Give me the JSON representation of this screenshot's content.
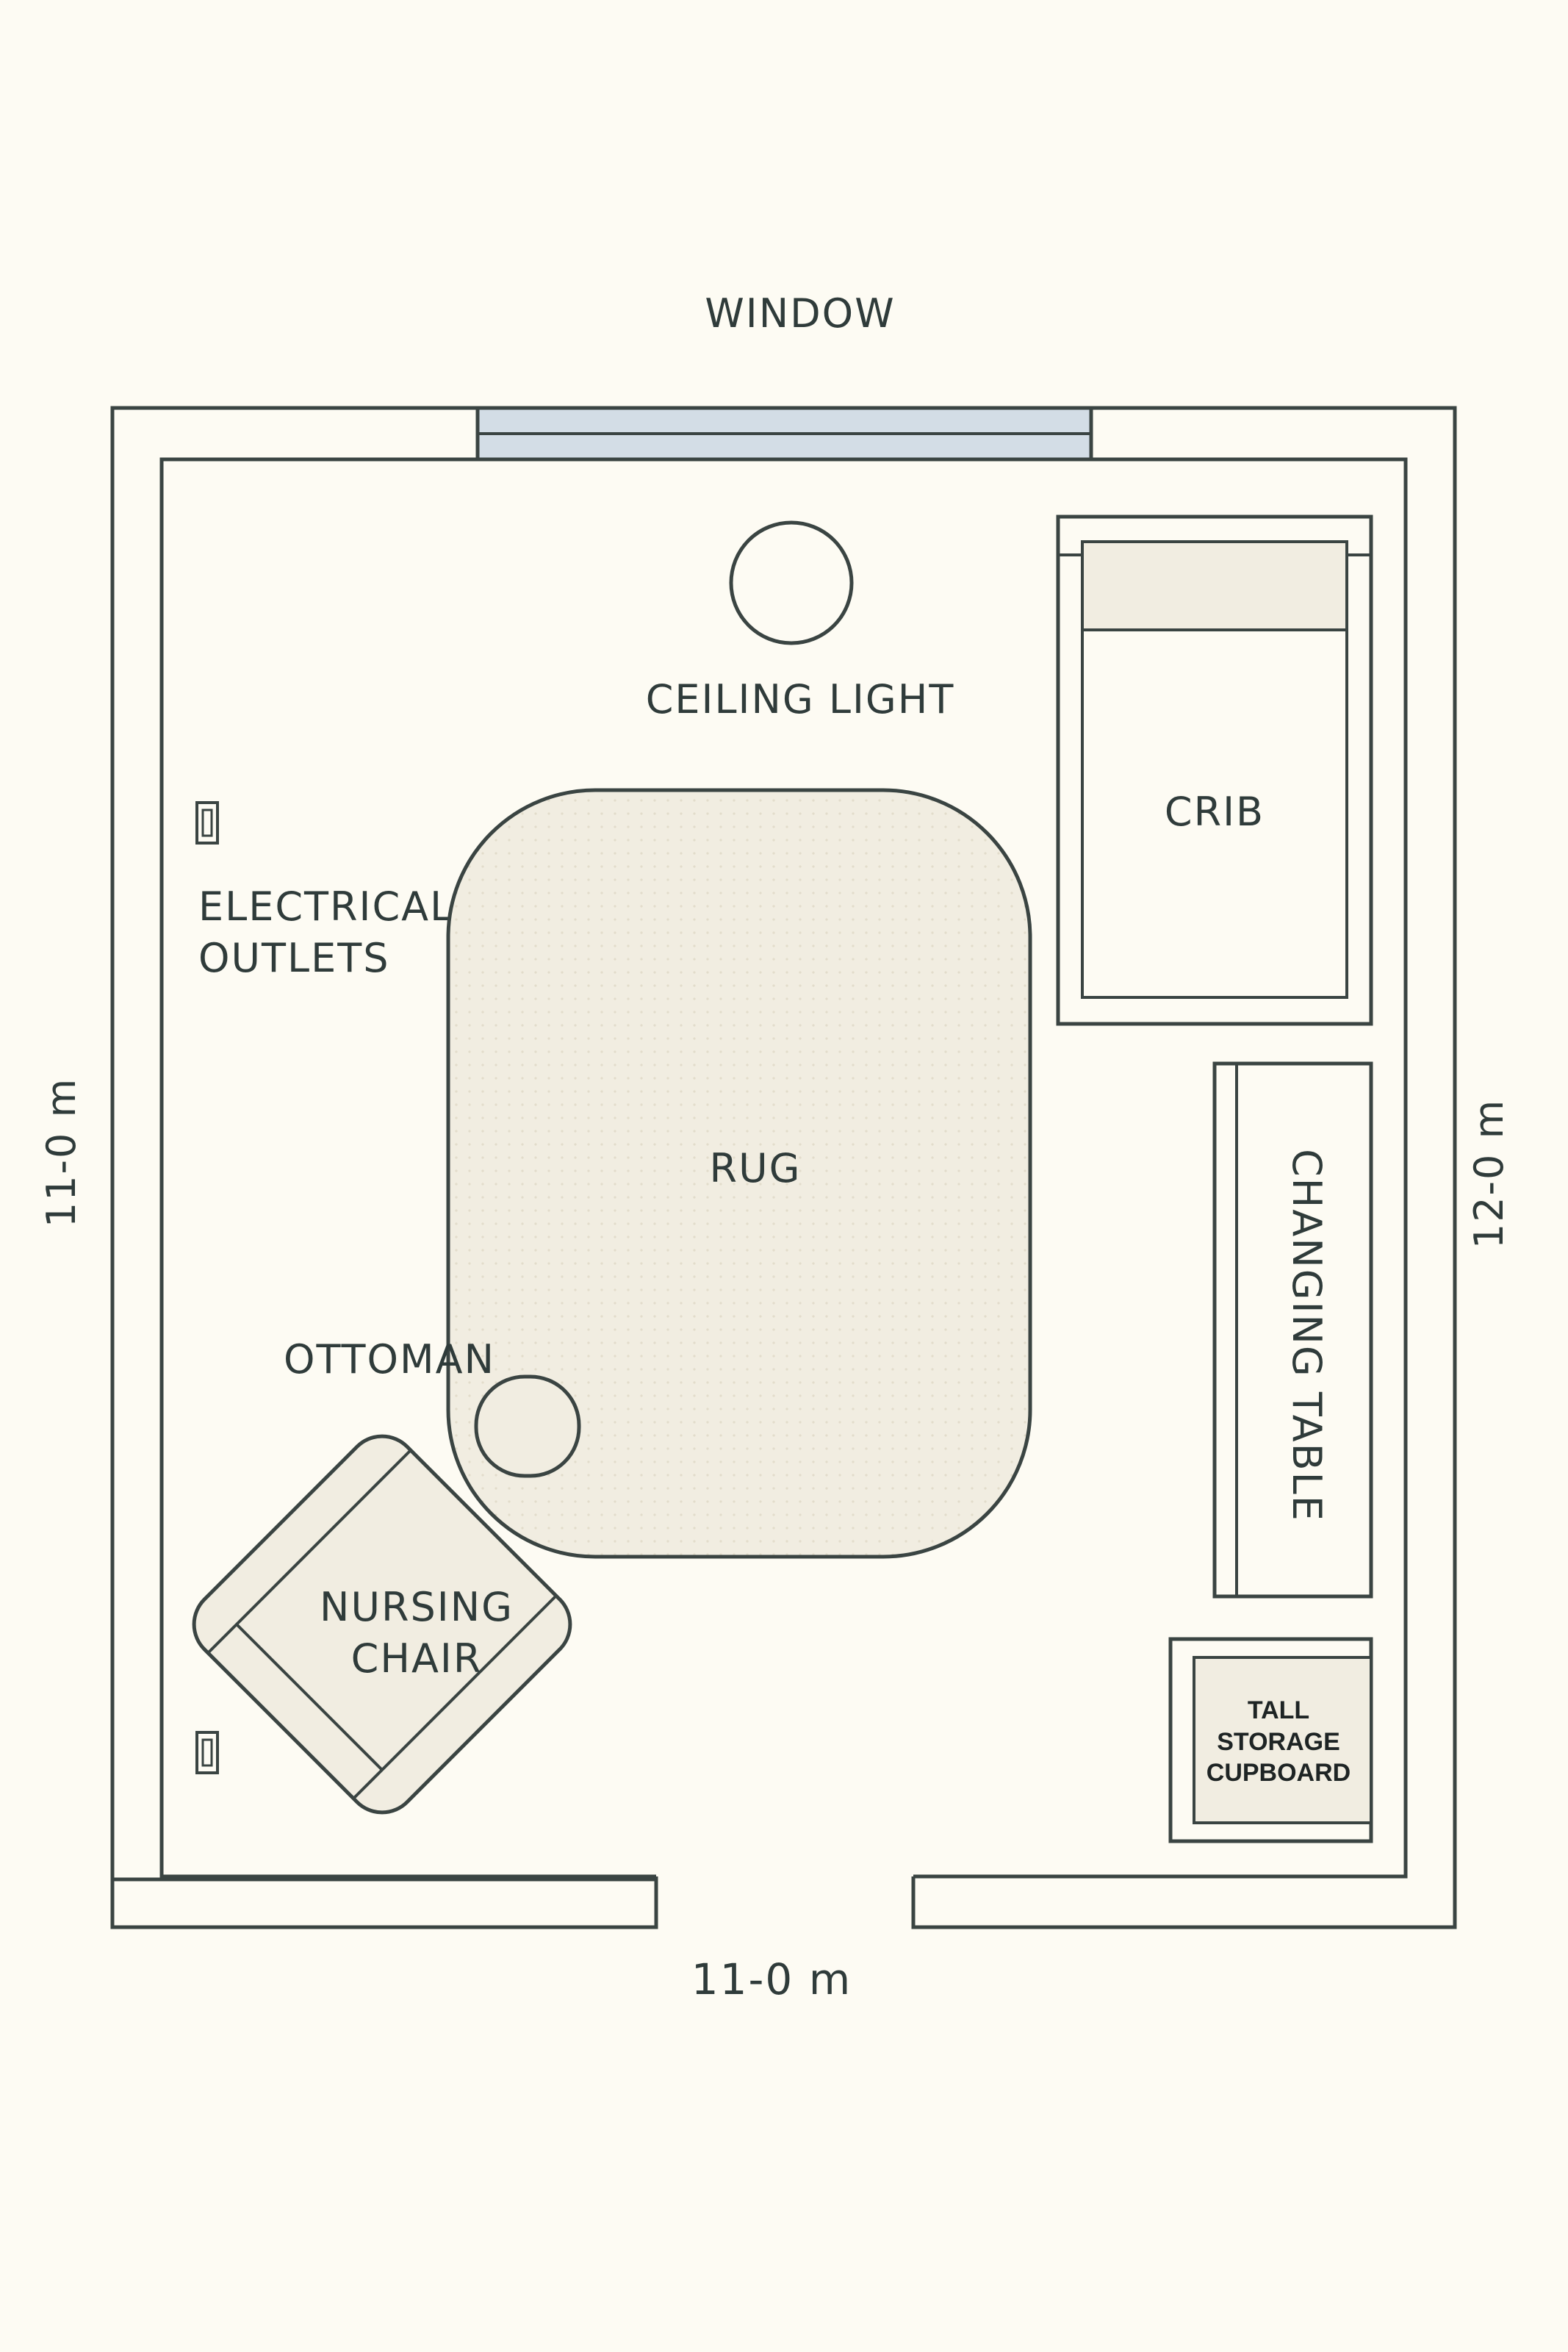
{
  "labels": {
    "window": "WINDOW",
    "ceiling_light": "CEILING LIGHT",
    "crib": "CRIB",
    "electrical_outlets_line1": "ELECTRICAL",
    "electrical_outlets_line2": "OUTLETS",
    "rug": "RUG",
    "changing_table": "CHANGING TABLE",
    "ottoman": "OTTOMAN",
    "nursing_chair_line1": "NURSING",
    "nursing_chair_line2": "CHAIR",
    "storage_line1": "TALL",
    "storage_line2": "STORAGE",
    "storage_line3": "CUPBOARD"
  },
  "dimensions": {
    "left": "11-0 m",
    "right": "12-0 m",
    "bottom": "11-0 m"
  },
  "colors": {
    "background": "#fdfbf3",
    "line": "#3a4442",
    "furniture_fill": "#f1ede1",
    "window_fill": "#d3dde6"
  }
}
